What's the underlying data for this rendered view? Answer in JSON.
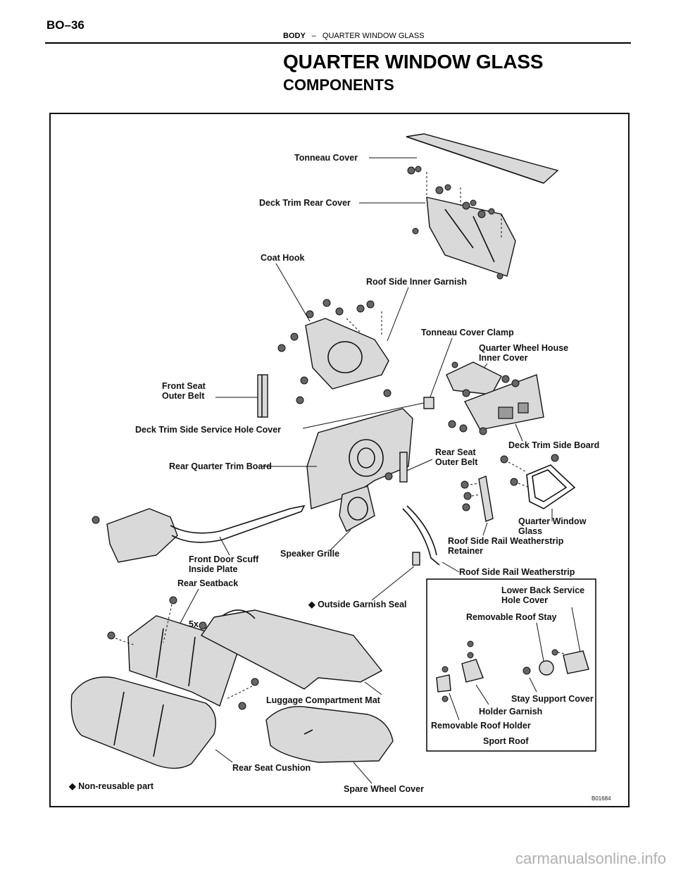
{
  "header": {
    "page_id": "BO–36",
    "section": "BODY",
    "separator": "–",
    "running_title": "QUARTER WINDOW GLASS"
  },
  "title": "QUARTER WINDOW GLASS",
  "subtitle": "COMPONENTS",
  "figure": {
    "code": "B01684",
    "labels": {
      "tonneau_cover": "Tonneau Cover",
      "deck_trim_rear_cover": "Deck Trim Rear Cover",
      "coat_hook": "Coat Hook",
      "roof_side_inner_garnish": "Roof Side Inner Garnish",
      "tonneau_cover_clamp": "Tonneau Cover Clamp",
      "quarter_wheel_house_inner_cover_1": "Quarter Wheel House",
      "quarter_wheel_house_inner_cover_2": "Inner Cover",
      "front_seat_outer_belt_1": "Front Seat",
      "front_seat_outer_belt_2": "Outer Belt",
      "deck_trim_side_service_hole_cover": "Deck Trim Side Service Hole Cover",
      "deck_trim_side_board": "Deck Trim Side Board",
      "rear_seat_outer_belt_1": "Rear Seat",
      "rear_seat_outer_belt_2": "Outer Belt",
      "rear_quarter_trim_board": "Rear Quarter Trim Board",
      "quarter_window_glass_1": "Quarter Window",
      "quarter_window_glass_2": "Glass",
      "roof_side_rail_weatherstrip_retainer_1": "Roof Side Rail Weatherstrip",
      "roof_side_rail_weatherstrip_retainer_2": "Retainer",
      "front_door_scuff_inside_plate_1": "Front Door Scuff",
      "front_door_scuff_inside_plate_2": "Inside Plate",
      "speaker_grille": "Speaker Grille",
      "roof_side_rail_weatherstrip": "Roof Side Rail Weatherstrip",
      "rear_seatback": "Rear Seatback",
      "outside_garnish_seal": "◆ Outside Garnish Seal",
      "lower_back_service_hole_cover_1": "Lower Back Service",
      "lower_back_service_hole_cover_2": "Hole Cover",
      "removable_roof_stay": "Removable Roof Stay",
      "five_x": "5x",
      "luggage_compartment_mat": "Luggage Compartment Mat",
      "stay_support_cover": "Stay Support Cover",
      "holder_garnish": "Holder Garnish",
      "removable_roof_holder": "Removable Roof Holder",
      "sport_roof": "Sport Roof",
      "rear_seat_cushion": "Rear Seat Cushion",
      "non_reusable_part": "◆ Non-reusable part",
      "spare_wheel_cover": "Spare Wheel Cover"
    }
  },
  "watermark": "carmanualsonline.info"
}
